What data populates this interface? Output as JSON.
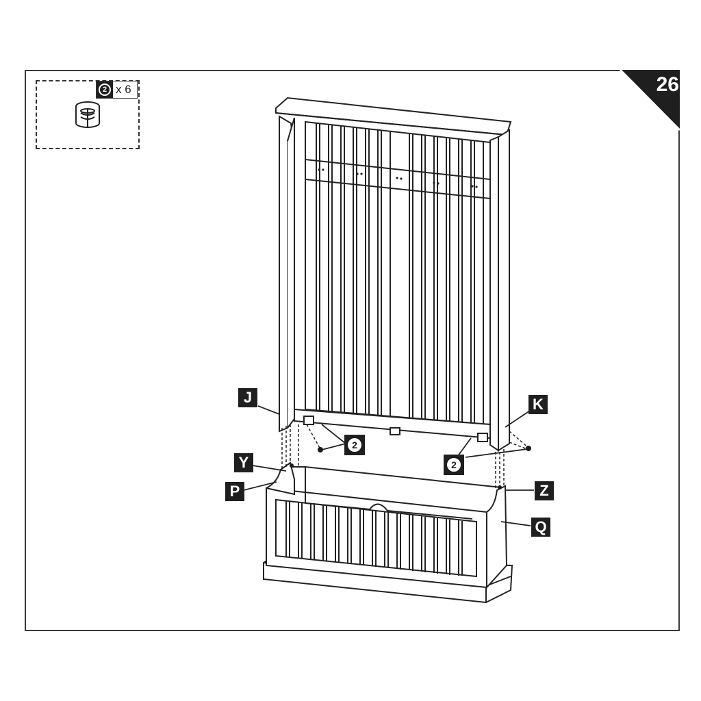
{
  "step": {
    "number": "26"
  },
  "hardware": {
    "part_number": "2",
    "quantity": "x 6",
    "icon": "cam-lock-icon"
  },
  "parts": {
    "J": "J",
    "K": "K",
    "Y": "Y",
    "P": "P",
    "Z": "Z",
    "Q": "Q"
  },
  "callouts": {
    "left": "2",
    "right": "2"
  }
}
